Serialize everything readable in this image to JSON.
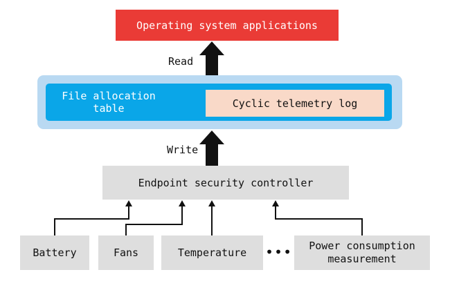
{
  "diagram": {
    "os_applications": "Operating system applications",
    "read_label": "Read",
    "file_allocation_table": "File allocation table",
    "cyclic_log": "Cyclic telemetry log",
    "write_label": "Write",
    "endpoint_controller": "Endpoint security controller",
    "sources": {
      "battery": "Battery",
      "fans": "Fans",
      "temperature": "Temperature",
      "ellipsis": "•••",
      "power": "Power consumption measurement"
    }
  },
  "colors": {
    "os_box": "#ea3b36",
    "fat_outer": "#b9d9f2",
    "fat_inner": "#0aa6e8",
    "cyclic_box": "#f9d9c8",
    "gray_box": "#dedede",
    "arrow": "#111111"
  }
}
